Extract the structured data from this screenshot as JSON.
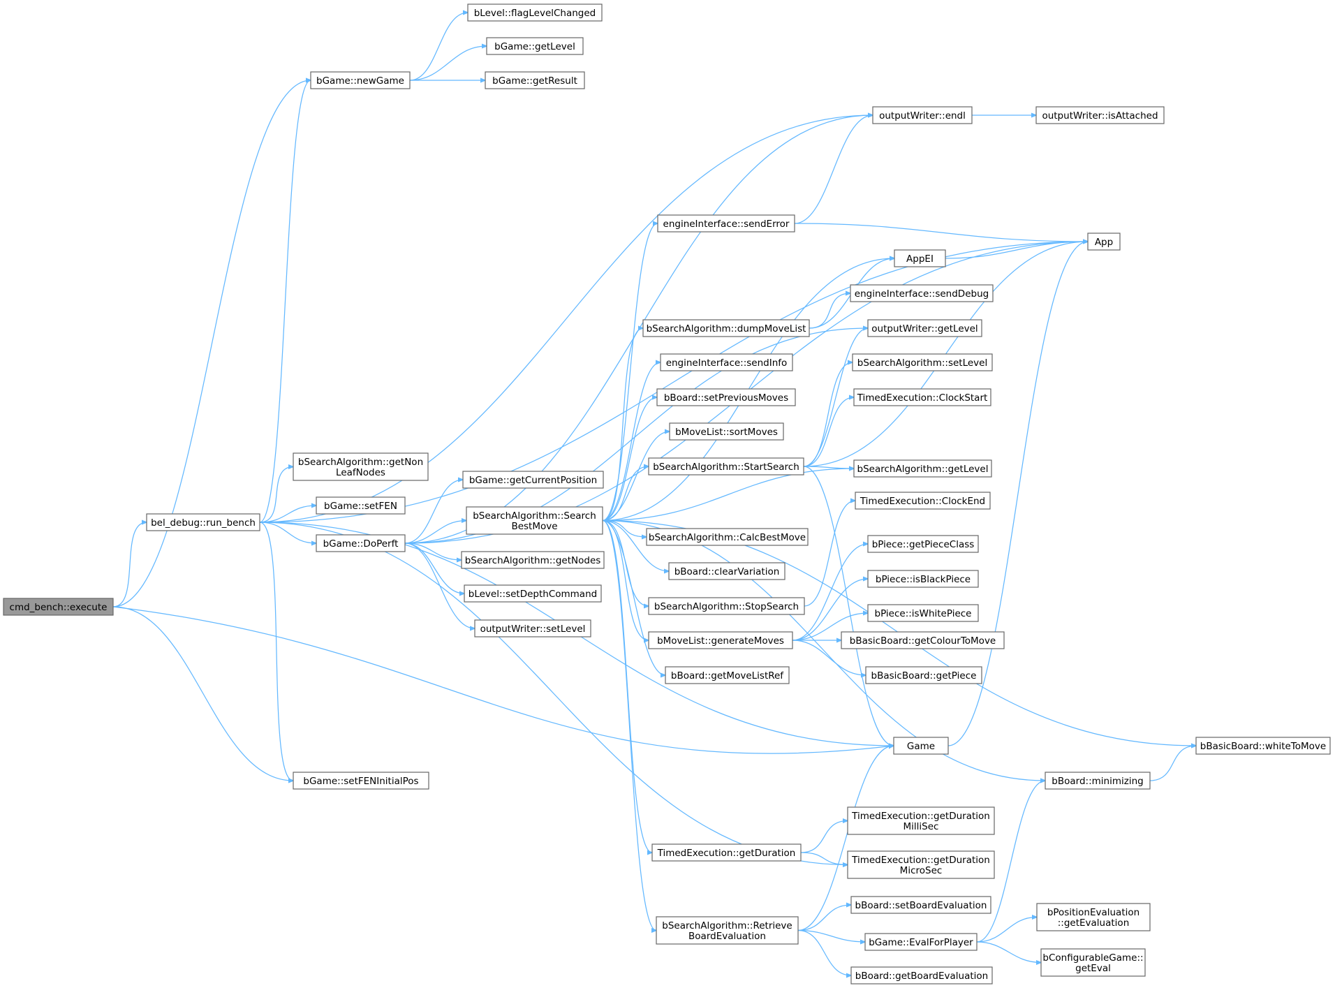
{
  "diagram": {
    "edge_color": "#63b8ff",
    "node_border_color": "#666666",
    "root_fill_color": "#999999",
    "nodes": [
      {
        "id": "execute",
        "label": [
          "cmd_bench::execute"
        ],
        "root": true
      },
      {
        "id": "run_bench",
        "label": [
          "bel_debug::run_bench"
        ]
      },
      {
        "id": "newGame",
        "label": [
          "bGame::newGame"
        ]
      },
      {
        "id": "flagLevelChanged",
        "label": [
          "bLevel::flagLevelChanged"
        ]
      },
      {
        "id": "gameGetLevel",
        "label": [
          "bGame::getLevel"
        ]
      },
      {
        "id": "getResult",
        "label": [
          "bGame::getResult"
        ]
      },
      {
        "id": "endl",
        "label": [
          "outputWriter::endl"
        ]
      },
      {
        "id": "isAttached",
        "label": [
          "outputWriter::isAttached"
        ]
      },
      {
        "id": "App",
        "label": [
          "App"
        ]
      },
      {
        "id": "sendError",
        "label": [
          "engineInterface::sendError"
        ]
      },
      {
        "id": "AppEI",
        "label": [
          "AppEI"
        ]
      },
      {
        "id": "sendDebug",
        "label": [
          "engineInterface::sendDebug"
        ]
      },
      {
        "id": "dumpMoveList",
        "label": [
          "bSearchAlgorithm::dumpMoveList"
        ]
      },
      {
        "id": "owGetLevel",
        "label": [
          "outputWriter::getLevel"
        ]
      },
      {
        "id": "sendInfo",
        "label": [
          "engineInterface::sendInfo"
        ]
      },
      {
        "id": "saSetLevel",
        "label": [
          "bSearchAlgorithm::setLevel"
        ]
      },
      {
        "id": "setPreviousMoves",
        "label": [
          "bBoard::setPreviousMoves"
        ]
      },
      {
        "id": "ClockStart",
        "label": [
          "TimedExecution::ClockStart"
        ]
      },
      {
        "id": "sortMoves",
        "label": [
          "bMoveList::sortMoves"
        ]
      },
      {
        "id": "StartSearch",
        "label": [
          "bSearchAlgorithm::StartSearch"
        ]
      },
      {
        "id": "saGetLevel",
        "label": [
          "bSearchAlgorithm::getLevel"
        ]
      },
      {
        "id": "getNonLeafNodes",
        "label": [
          "bSearchAlgorithm::getNon",
          "LeafNodes"
        ]
      },
      {
        "id": "getCurrentPosition",
        "label": [
          "bGame::getCurrentPosition"
        ]
      },
      {
        "id": "setFEN",
        "label": [
          "bGame::setFEN"
        ]
      },
      {
        "id": "SearchBestMove",
        "label": [
          "bSearchAlgorithm::Search",
          "BestMove"
        ]
      },
      {
        "id": "ClockEnd",
        "label": [
          "TimedExecution::ClockEnd"
        ]
      },
      {
        "id": "DoPerft",
        "label": [
          "bGame::DoPerft"
        ]
      },
      {
        "id": "CalcBestMove",
        "label": [
          "bSearchAlgorithm::CalcBestMove"
        ]
      },
      {
        "id": "getPieceClass",
        "label": [
          "bPiece::getPieceClass"
        ]
      },
      {
        "id": "getNodes",
        "label": [
          "bSearchAlgorithm::getNodes"
        ]
      },
      {
        "id": "clearVariation",
        "label": [
          "bBoard::clearVariation"
        ]
      },
      {
        "id": "isBlackPiece",
        "label": [
          "bPiece::isBlackPiece"
        ]
      },
      {
        "id": "setDepthCommand",
        "label": [
          "bLevel::setDepthCommand"
        ]
      },
      {
        "id": "StopSearch",
        "label": [
          "bSearchAlgorithm::StopSearch"
        ]
      },
      {
        "id": "isWhitePiece",
        "label": [
          "bPiece::isWhitePiece"
        ]
      },
      {
        "id": "owSetLevel",
        "label": [
          "outputWriter::setLevel"
        ]
      },
      {
        "id": "generateMoves",
        "label": [
          "bMoveList::generateMoves"
        ]
      },
      {
        "id": "getColourToMove",
        "label": [
          "bBasicBoard::getColourToMove"
        ]
      },
      {
        "id": "getMoveListRef",
        "label": [
          "bBoard::getMoveListRef"
        ]
      },
      {
        "id": "getPiece",
        "label": [
          "bBasicBoard::getPiece"
        ]
      },
      {
        "id": "Game",
        "label": [
          "Game"
        ]
      },
      {
        "id": "whiteToMove",
        "label": [
          "bBasicBoard::whiteToMove"
        ]
      },
      {
        "id": "setFENInitialPos",
        "label": [
          "bGame::setFENInitialPos"
        ]
      },
      {
        "id": "minimizing",
        "label": [
          "bBoard::minimizing"
        ]
      },
      {
        "id": "getDurationMilliSec",
        "label": [
          "TimedExecution::getDuration",
          "MilliSec"
        ]
      },
      {
        "id": "getDuration",
        "label": [
          "TimedExecution::getDuration"
        ]
      },
      {
        "id": "getDurationMicroSec",
        "label": [
          "TimedExecution::getDuration",
          "MicroSec"
        ]
      },
      {
        "id": "setBoardEvaluation",
        "label": [
          "bBoard::setBoardEvaluation"
        ]
      },
      {
        "id": "getEvaluation",
        "label": [
          "bPositionEvaluation",
          "::getEvaluation"
        ]
      },
      {
        "id": "RetrieveBoardEvaluation",
        "label": [
          "bSearchAlgorithm::Retrieve",
          "BoardEvaluation"
        ]
      },
      {
        "id": "EvalForPlayer",
        "label": [
          "bGame::EvalForPlayer"
        ]
      },
      {
        "id": "getEval",
        "label": [
          "bConfigurableGame::",
          "getEval"
        ]
      },
      {
        "id": "getBoardEvaluation",
        "label": [
          "bBoard::getBoardEvaluation"
        ]
      }
    ],
    "edges": [
      [
        "execute",
        "newGame"
      ],
      [
        "execute",
        "run_bench"
      ],
      [
        "execute",
        "setFENInitialPos"
      ],
      [
        "execute",
        "Game"
      ],
      [
        "run_bench",
        "newGame"
      ],
      [
        "run_bench",
        "endl"
      ],
      [
        "run_bench",
        "App"
      ],
      [
        "run_bench",
        "getNonLeafNodes"
      ],
      [
        "run_bench",
        "setFEN"
      ],
      [
        "run_bench",
        "DoPerft"
      ],
      [
        "run_bench",
        "Game"
      ],
      [
        "run_bench",
        "setFENInitialPos"
      ],
      [
        "run_bench",
        "getDurationMicroSec"
      ],
      [
        "newGame",
        "flagLevelChanged"
      ],
      [
        "newGame",
        "gameGetLevel"
      ],
      [
        "newGame",
        "getResult"
      ],
      [
        "endl",
        "isAttached"
      ],
      [
        "DoPerft",
        "App"
      ],
      [
        "DoPerft",
        "endl"
      ],
      [
        "DoPerft",
        "owGetLevel"
      ],
      [
        "DoPerft",
        "getCurrentPosition"
      ],
      [
        "DoPerft",
        "SearchBestMove"
      ],
      [
        "DoPerft",
        "getNodes"
      ],
      [
        "DoPerft",
        "setDepthCommand"
      ],
      [
        "DoPerft",
        "owSetLevel"
      ],
      [
        "SearchBestMove",
        "sendError"
      ],
      [
        "SearchBestMove",
        "AppEI"
      ],
      [
        "SearchBestMove",
        "dumpMoveList"
      ],
      [
        "SearchBestMove",
        "sendInfo"
      ],
      [
        "SearchBestMove",
        "setPreviousMoves"
      ],
      [
        "SearchBestMove",
        "sortMoves"
      ],
      [
        "SearchBestMove",
        "StartSearch"
      ],
      [
        "SearchBestMove",
        "saGetLevel"
      ],
      [
        "SearchBestMove",
        "CalcBestMove"
      ],
      [
        "SearchBestMove",
        "clearVariation"
      ],
      [
        "SearchBestMove",
        "StopSearch"
      ],
      [
        "SearchBestMove",
        "generateMoves"
      ],
      [
        "SearchBestMove",
        "getMoveListRef"
      ],
      [
        "SearchBestMove",
        "whiteToMove"
      ],
      [
        "SearchBestMove",
        "minimizing"
      ],
      [
        "SearchBestMove",
        "getDuration"
      ],
      [
        "SearchBestMove",
        "RetrieveBoardEvaluation"
      ],
      [
        "sendError",
        "endl"
      ],
      [
        "sendError",
        "App"
      ],
      [
        "AppEI",
        "App"
      ],
      [
        "dumpMoveList",
        "AppEI"
      ],
      [
        "dumpMoveList",
        "sendDebug"
      ],
      [
        "StartSearch",
        "owGetLevel"
      ],
      [
        "StartSearch",
        "saSetLevel"
      ],
      [
        "StartSearch",
        "ClockStart"
      ],
      [
        "StartSearch",
        "App"
      ],
      [
        "StartSearch",
        "saGetLevel"
      ],
      [
        "StartSearch",
        "Game"
      ],
      [
        "StopSearch",
        "ClockEnd"
      ],
      [
        "generateMoves",
        "getPieceClass"
      ],
      [
        "generateMoves",
        "isBlackPiece"
      ],
      [
        "generateMoves",
        "isWhitePiece"
      ],
      [
        "generateMoves",
        "getColourToMove"
      ],
      [
        "generateMoves",
        "getPiece"
      ],
      [
        "Game",
        "App"
      ],
      [
        "minimizing",
        "whiteToMove"
      ],
      [
        "getDuration",
        "getDurationMilliSec"
      ],
      [
        "getDuration",
        "getDurationMicroSec"
      ],
      [
        "RetrieveBoardEvaluation",
        "Game"
      ],
      [
        "RetrieveBoardEvaluation",
        "setBoardEvaluation"
      ],
      [
        "RetrieveBoardEvaluation",
        "EvalForPlayer"
      ],
      [
        "RetrieveBoardEvaluation",
        "getBoardEvaluation"
      ],
      [
        "EvalForPlayer",
        "minimizing"
      ],
      [
        "EvalForPlayer",
        "getEvaluation"
      ],
      [
        "EvalForPlayer",
        "getEval"
      ]
    ]
  }
}
